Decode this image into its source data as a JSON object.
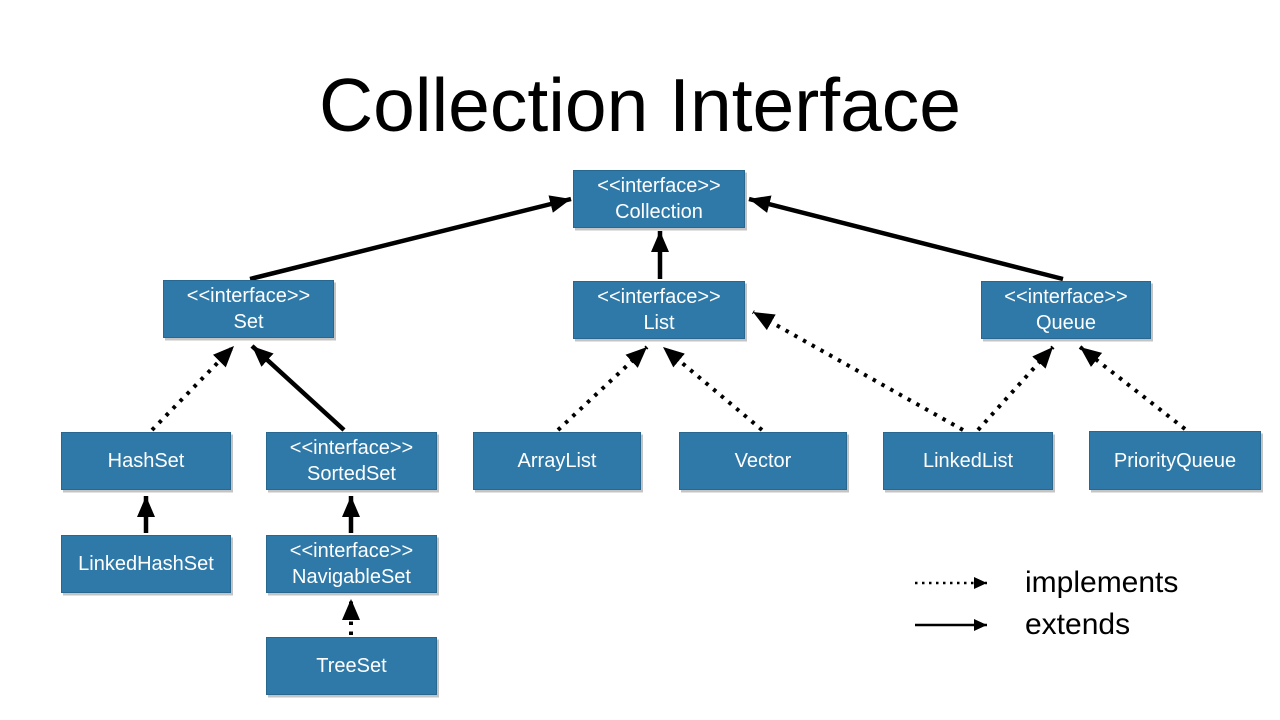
{
  "title": "Collection Interface",
  "diagram": {
    "nodes": {
      "collection": {
        "stereotype": "<<interface>>",
        "name": "Collection"
      },
      "set": {
        "stereotype": "<<interface>>",
        "name": "Set"
      },
      "list": {
        "stereotype": "<<interface>>",
        "name": "List"
      },
      "queue": {
        "stereotype": "<<interface>>",
        "name": "Queue"
      },
      "hashset": {
        "name": "HashSet"
      },
      "sortedset": {
        "stereotype": "<<interface>>",
        "name": "SortedSet"
      },
      "arraylist": {
        "name": "ArrayList"
      },
      "vector": {
        "name": "Vector"
      },
      "linkedlist": {
        "name": "LinkedList"
      },
      "priorityqueue": {
        "name": "PriorityQueue"
      },
      "linkedhashset": {
        "name": "LinkedHashSet"
      },
      "navigableset": {
        "stereotype": "<<interface>>",
        "name": "NavigableSet"
      },
      "treeset": {
        "name": "TreeSet"
      }
    },
    "edges": [
      {
        "from": "Set",
        "to": "Collection",
        "type": "extends"
      },
      {
        "from": "List",
        "to": "Collection",
        "type": "extends"
      },
      {
        "from": "Queue",
        "to": "Collection",
        "type": "extends"
      },
      {
        "from": "HashSet",
        "to": "Set",
        "type": "implements"
      },
      {
        "from": "SortedSet",
        "to": "Set",
        "type": "extends"
      },
      {
        "from": "ArrayList",
        "to": "List",
        "type": "implements"
      },
      {
        "from": "Vector",
        "to": "List",
        "type": "implements"
      },
      {
        "from": "LinkedList",
        "to": "List",
        "type": "implements"
      },
      {
        "from": "LinkedList",
        "to": "Queue",
        "type": "implements"
      },
      {
        "from": "PriorityQueue",
        "to": "Queue",
        "type": "implements"
      },
      {
        "from": "LinkedHashSet",
        "to": "HashSet",
        "type": "extends"
      },
      {
        "from": "NavigableSet",
        "to": "SortedSet",
        "type": "extends"
      },
      {
        "from": "TreeSet",
        "to": "NavigableSet",
        "type": "implements"
      }
    ]
  },
  "legend": {
    "implements_label": "implements",
    "extends_label": "extends"
  },
  "colors": {
    "box_fill": "#2f79a8",
    "box_text": "#ffffff",
    "arrow": "#000000",
    "title_text": "#000000",
    "background": "#ffffff"
  }
}
